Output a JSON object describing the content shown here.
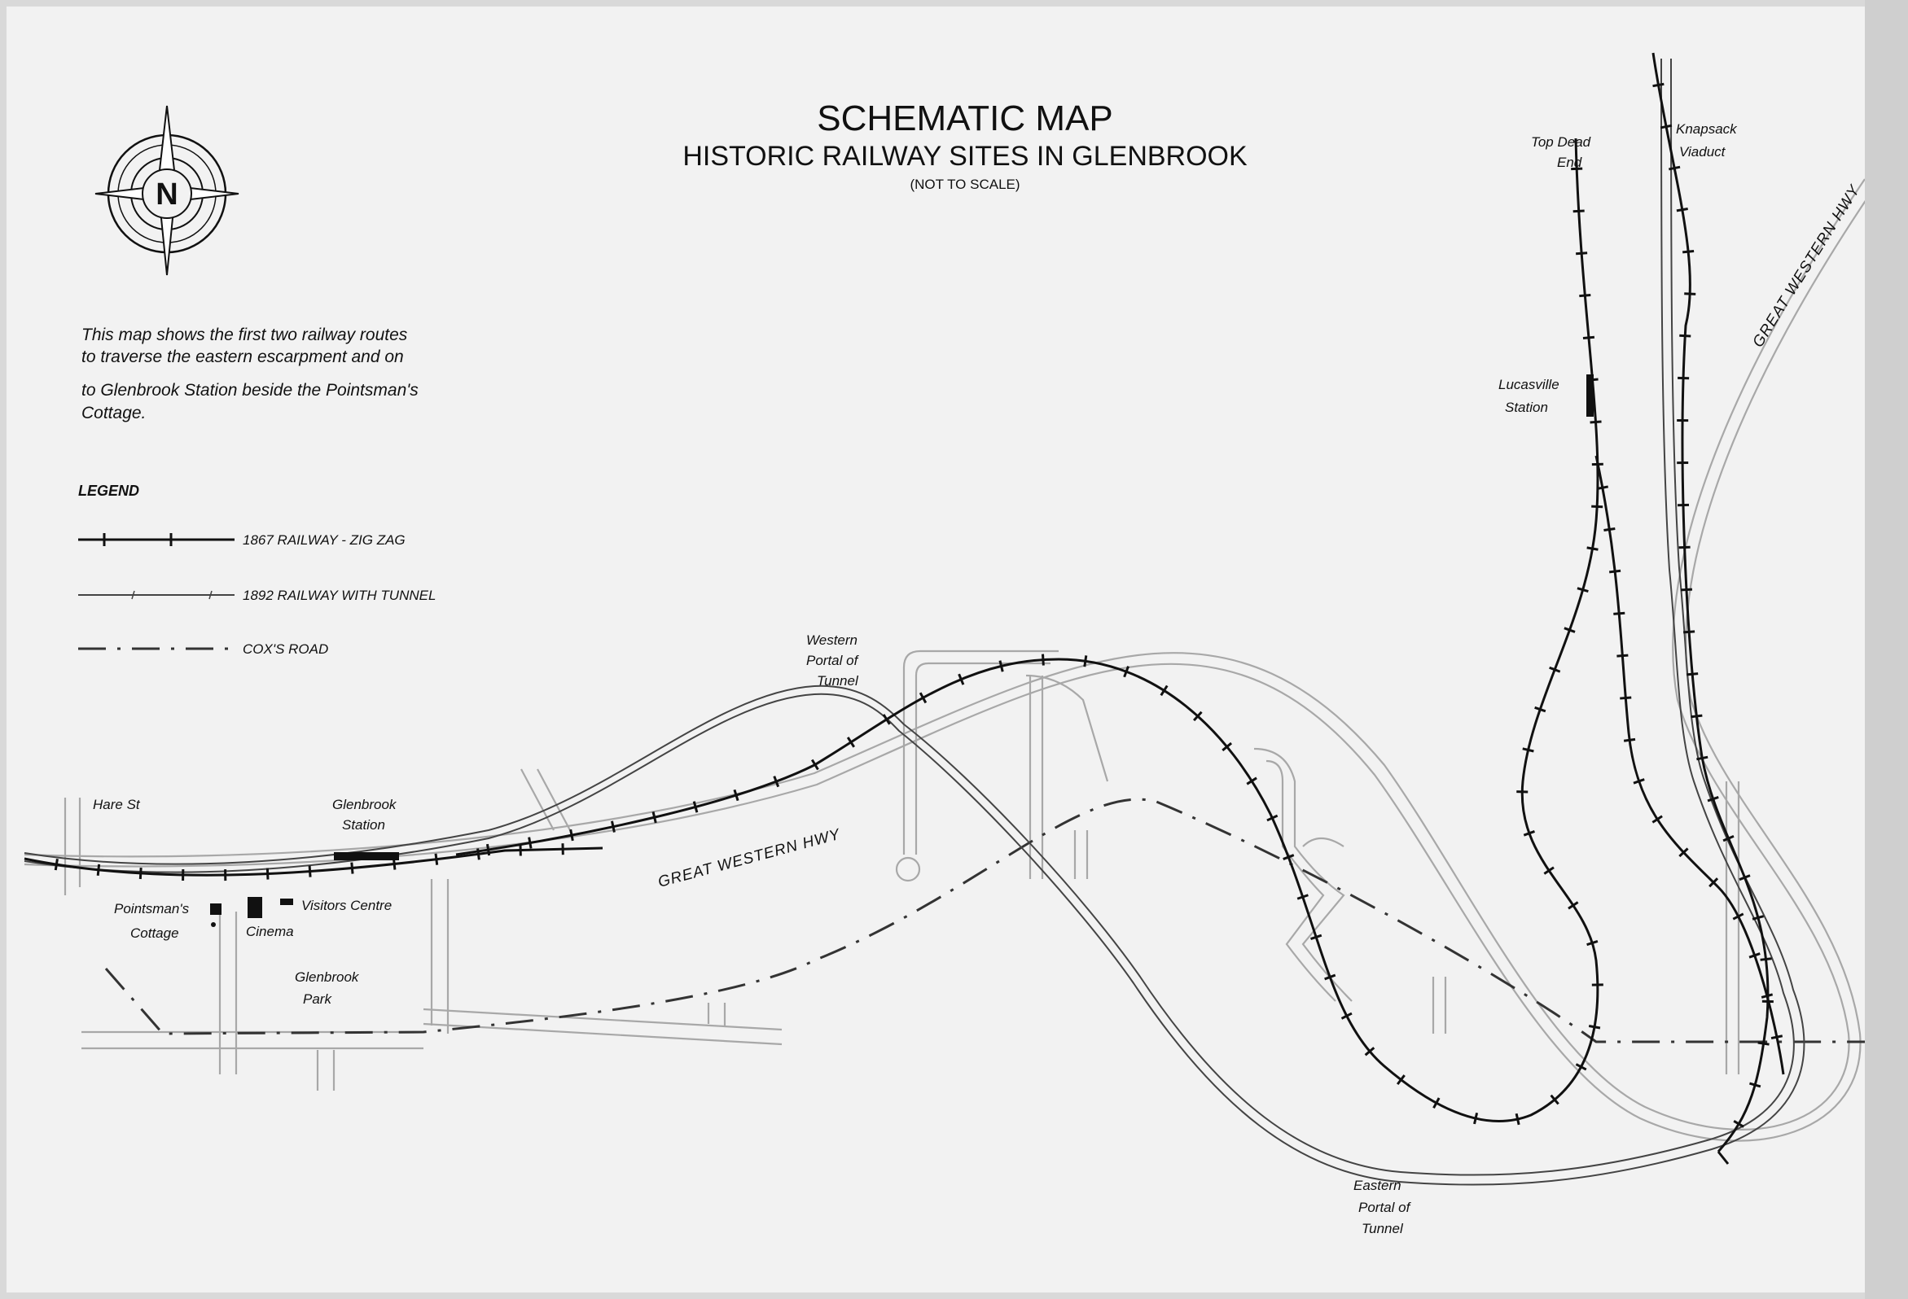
{
  "map": {
    "title": "SCHEMATIC MAP",
    "subtitle": "HISTORIC RAILWAY SITES IN GLENBROOK",
    "scale_note": "(NOT TO SCALE)",
    "compass_letter": "N",
    "intro_lines": [
      "This map shows the first two railway routes",
      "to traverse the eastern escarpment and on",
      "to Glenbrook Station beside the Pointsman's",
      "Cottage."
    ],
    "legend": {
      "heading": "LEGEND",
      "items": [
        {
          "label": "1867 RAILWAY - ZIG ZAG",
          "style": "1867"
        },
        {
          "label": "1892 RAILWAY WITH TUNNEL",
          "style": "1892"
        },
        {
          "label": "COX'S ROAD",
          "style": "cox"
        }
      ]
    },
    "labels": {
      "hare_st": "Hare St",
      "glenbrook_station": [
        "Glenbrook",
        "Station"
      ],
      "pointsmans_cottage": [
        "Pointsman's",
        "Cottage"
      ],
      "cinema": "Cinema",
      "visitors_centre": "Visitors Centre",
      "glenbrook_park": [
        "Glenbrook",
        "Park"
      ],
      "western_portal": [
        "Western",
        "Portal of",
        "Tunnel"
      ],
      "eastern_portal": [
        "Eastern",
        "Portal of",
        "Tunnel"
      ],
      "great_western_hwy_1": "GREAT WESTERN HWY",
      "great_western_hwy_2": "GREAT WESTERN HWY",
      "top_dead_end": [
        "Top Dead",
        "End"
      ],
      "knapsack_viaduct": [
        "Knapsack",
        "Viaduct"
      ],
      "lucasville_station": [
        "Lucasville",
        "Station"
      ]
    },
    "colors": {
      "paper": "#f2f2f2",
      "ink": "#111111",
      "road": "#a8a8a8",
      "background": "#d9d9d9"
    }
  }
}
